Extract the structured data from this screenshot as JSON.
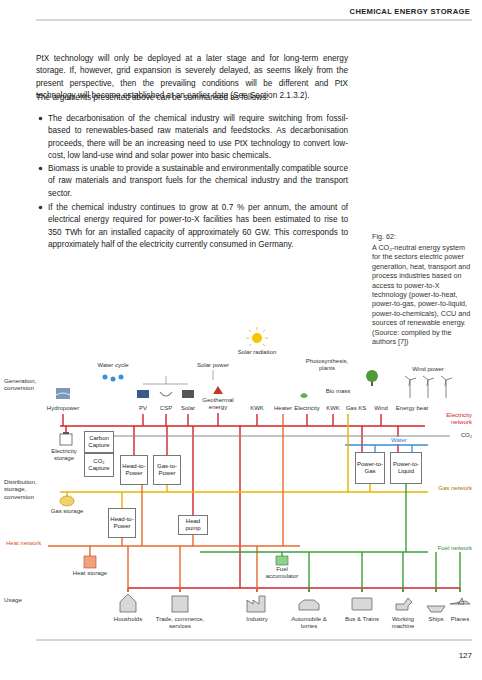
{
  "diagram": {
    "caption": "A CO₂-neutral energy system for the sectors electric power generation, heat, transport and process industries based on access to power-to-X technology (power-to-heat, power-to-gas, power-to-liquid, power-to-chemicals), CCU and sources of renewable energy. (Source: compiled by the authors [7])",
    "nodes": [
      {
        "text": [
          "Carbon Capture"
        ]
      },
      {
        "text": [
          "CO₂ Capture"
        ]
      },
      {
        "text": [
          "Head-to-Power"
        ]
      },
      {
        "text": [
          "Gas-to-Power"
        ]
      },
      {
        "text": [
          "Power-to-Gas"
        ]
      },
      {
        "text": [
          "Power-to-Liquid"
        ]
      },
      {
        "text": [
          "Head-to-Power"
        ]
      },
      {
        "text": [
          "Head pump"
        ]
      }
    ],
    "labels": [
      "CHEMICAL ENERGY STORAGE",
      "PtX technology will only be deployed at a later stage and for long-term energy storage. If, however, grid expansion is severely delayed, as seems likely from the present perspective, then the prevailing conditions will be different and PtX technology will become established at an earlier date (See Section 2.1.3.2).",
      "The arguments presented above can be summarised as follows:",
      "The decarbonisation of the chemical industry will require switching from fossil-based to renewables-based raw materials and feedstocks. As decarbonisation proceeds, there will be an increasing need to use PtX technology to convert low-cost, low land-use wind and solar power into basic chemicals.",
      "Biomass is unable to provide a sustainable and environmentally compatible source of raw materials and transport fuels for the chemical industry and the transport sector.",
      "If the chemical industry continues to grow at 0.7 % per annum, the amount of electrical energy required for power-to-X facilities has been estimated to rise to 350 TWh for an installed capacity of approximately 60 GW. This corresponds to approximately half of the electricity currently consumed in Germany.",
      "Fig. 62:",
      "Solar radiation",
      "Water cycle",
      "Solar power",
      "Photosynthesis, plants",
      "Wind power",
      "Bio mass",
      "Generation, conversion",
      "Hydropower",
      "PV",
      "CSP",
      "Solar",
      "Geothermal energy",
      "KWK",
      "Heater",
      "Electricity",
      "KWK",
      "Gas KS",
      "Wind",
      "Energy beat",
      "Electricity network",
      "CO₂",
      "Water",
      "Electricity storage",
      "Distribution, storage, conversion",
      "Gas network",
      "Gas storage",
      "Heat network",
      "Fuel network",
      "Heat storage",
      "Fuel accumulator",
      "Usage",
      "Housholds",
      "Trade, commerce, services",
      "Industry",
      "Automobile & lorries",
      "Bus & Trains",
      "Working machine",
      "Ships",
      "Planes",
      "127"
    ]
  }
}
